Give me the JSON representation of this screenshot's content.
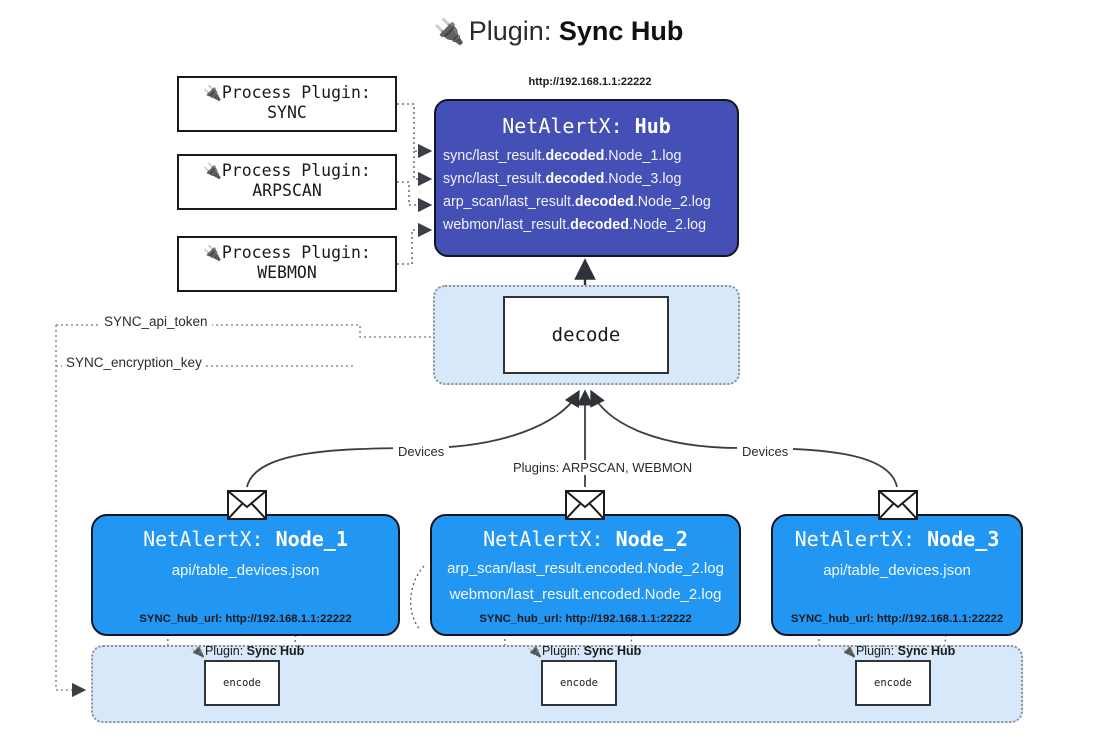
{
  "title": {
    "icon": "electric-plug-icon",
    "prefix": "Plugin:",
    "name": "Sync Hub"
  },
  "process_plugins": [
    {
      "icon": "electric-plug-icon",
      "line1": "Process Plugin:",
      "line2": "SYNC"
    },
    {
      "icon": "electric-plug-icon",
      "line1": "Process Plugin:",
      "line2": "ARPSCAN"
    },
    {
      "icon": "electric-plug-icon",
      "line1": "Process Plugin:",
      "line2": "WEBMON"
    }
  ],
  "hub": {
    "url": "http://192.168.1.1:22222",
    "title_prefix": "NetAlertX:",
    "title_name": "Hub",
    "lines": [
      {
        "pre": "sync/last_result.",
        "em": "decoded",
        "post": ".Node_1.log"
      },
      {
        "pre": "sync/last_result.",
        "em": "decoded",
        "post": ".Node_3.log"
      },
      {
        "pre": "arp_scan/last_result.",
        "em": "decoded",
        "post": ".Node_2.log"
      },
      {
        "pre": "webmon/last_result.",
        "em": "decoded",
        "post": ".Node_2.log"
      }
    ]
  },
  "decode": {
    "label": "decode"
  },
  "keys": {
    "api_token": "SYNC_api_token",
    "encryption_key": "SYNC_encryption_key"
  },
  "edge_labels": {
    "devices_left": "Devices",
    "plugins_middle": "Plugins: ARPSCAN, WEBMON",
    "devices_right": "Devices"
  },
  "nodes": [
    {
      "title_prefix": "NetAlertX:",
      "title_name": "Node_1",
      "lines": [
        "api/table_devices.json"
      ],
      "footer": "SYNC_hub_url: http://192.168.1.1:22222",
      "mail_icon": "envelope-icon"
    },
    {
      "title_prefix": "NetAlertX:",
      "title_name": "Node_2",
      "lines": [
        "arp_scan/last_result.encoded.Node_2.log",
        "webmon/last_result.encoded.Node_2.log"
      ],
      "footer": "SYNC_hub_url: http://192.168.1.1:22222",
      "mail_icon": "envelope-icon"
    },
    {
      "title_prefix": "NetAlertX:",
      "title_name": "Node_3",
      "lines": [
        "api/table_devices.json"
      ],
      "footer": "SYNC_hub_url: http://192.168.1.1:22222",
      "mail_icon": "envelope-icon"
    }
  ],
  "encoders": [
    {
      "icon": "electric-plug-icon",
      "caption_prefix": "Plugin:",
      "caption_name": "Sync Hub",
      "label": "encode"
    },
    {
      "icon": "electric-plug-icon",
      "caption_prefix": "Plugin:",
      "caption_name": "Sync Hub",
      "label": "encode"
    },
    {
      "icon": "electric-plug-icon",
      "caption_prefix": "Plugin:",
      "caption_name": "Sync Hub",
      "label": "encode"
    }
  ],
  "colors": {
    "hub_fill": "#4450b5",
    "node_fill": "#2196f3",
    "container_fill": "#d6e8fa",
    "stroke": "#14161f",
    "dotted_stroke": "#8a8f96"
  }
}
